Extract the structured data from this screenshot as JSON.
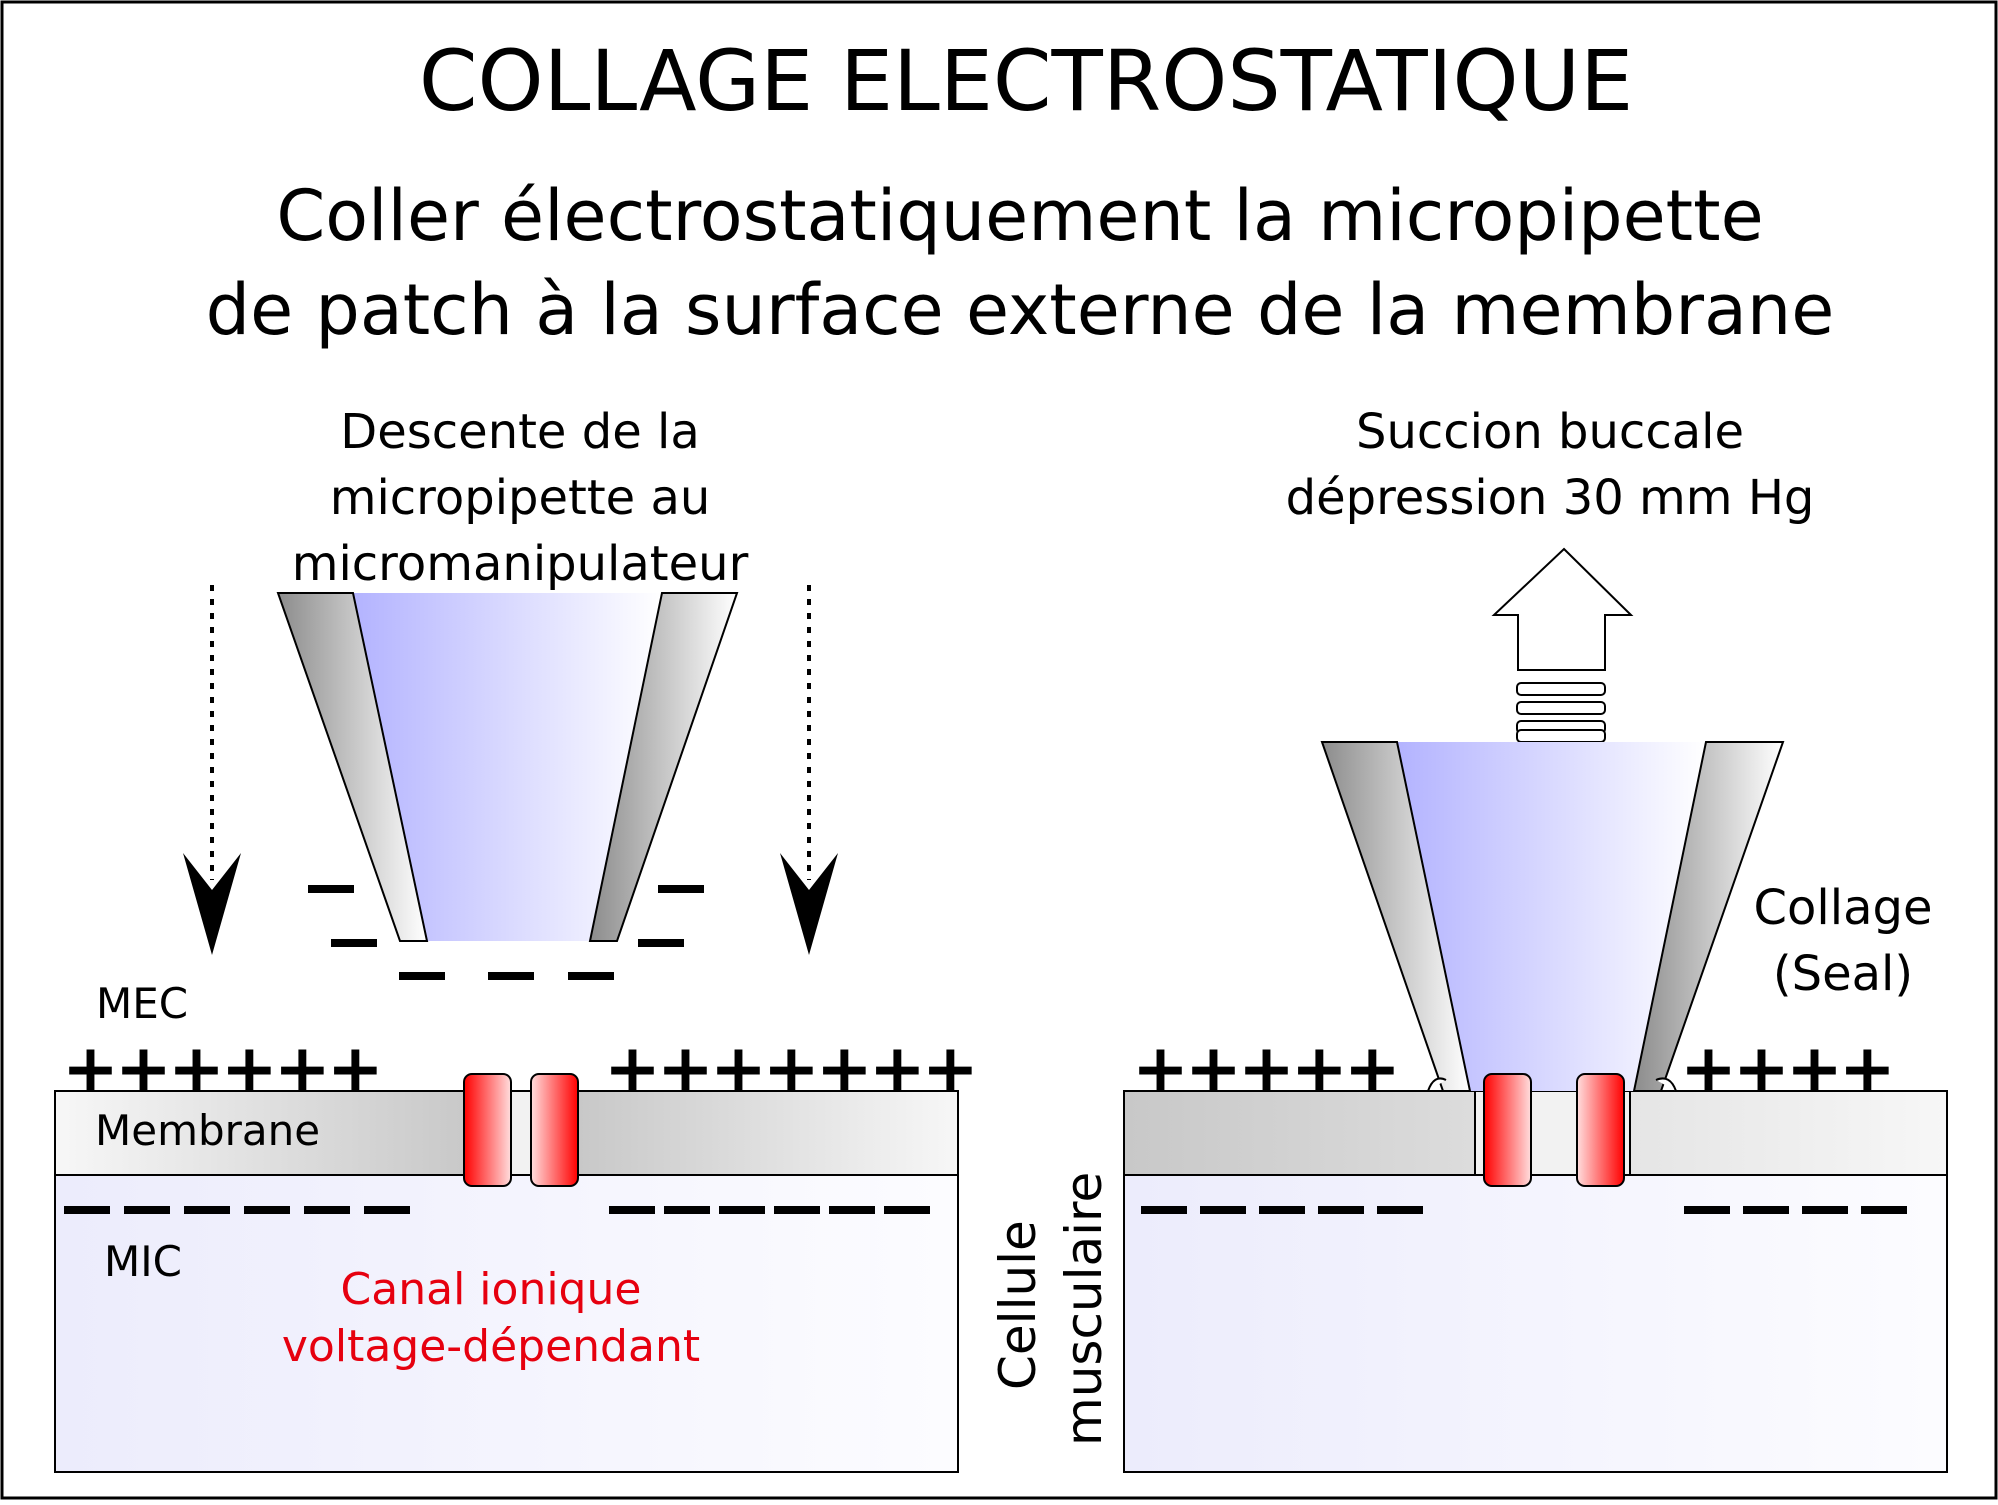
{
  "title": "COLLAGE ELECTROSTATIQUE",
  "subtitle": {
    "line1": "Coller électrostatiquement la micropipette",
    "line2": "de patch à la surface externe de la membrane"
  },
  "left_panel": {
    "caption": {
      "line1": "Descente de la",
      "line2": "micropipette au",
      "line3": "micromanipulateur"
    },
    "mec_label": "MEC",
    "membrane_label": "Membrane",
    "mic_label": "MIC",
    "channel_caption": {
      "line1": "Canal ionique",
      "line2": "voltage-dépendant"
    },
    "plus_left": "++++++",
    "plus_right": "+++++++"
  },
  "right_panel": {
    "caption": {
      "line1": "Succion buccale",
      "line2": "dépression 30 mm Hg"
    },
    "seal_label": {
      "line1": "Collage",
      "line2": "(Seal)"
    },
    "cell_label": {
      "line1": "Cellule",
      "line2": "musculaire"
    },
    "plus_left": "+++++",
    "plus_right": "++++"
  },
  "colors": {
    "channel_caption": "#e6000f",
    "channel_fill": "#ff0000",
    "pipette_lumen": "#b3b3ff",
    "border": "#000000"
  }
}
